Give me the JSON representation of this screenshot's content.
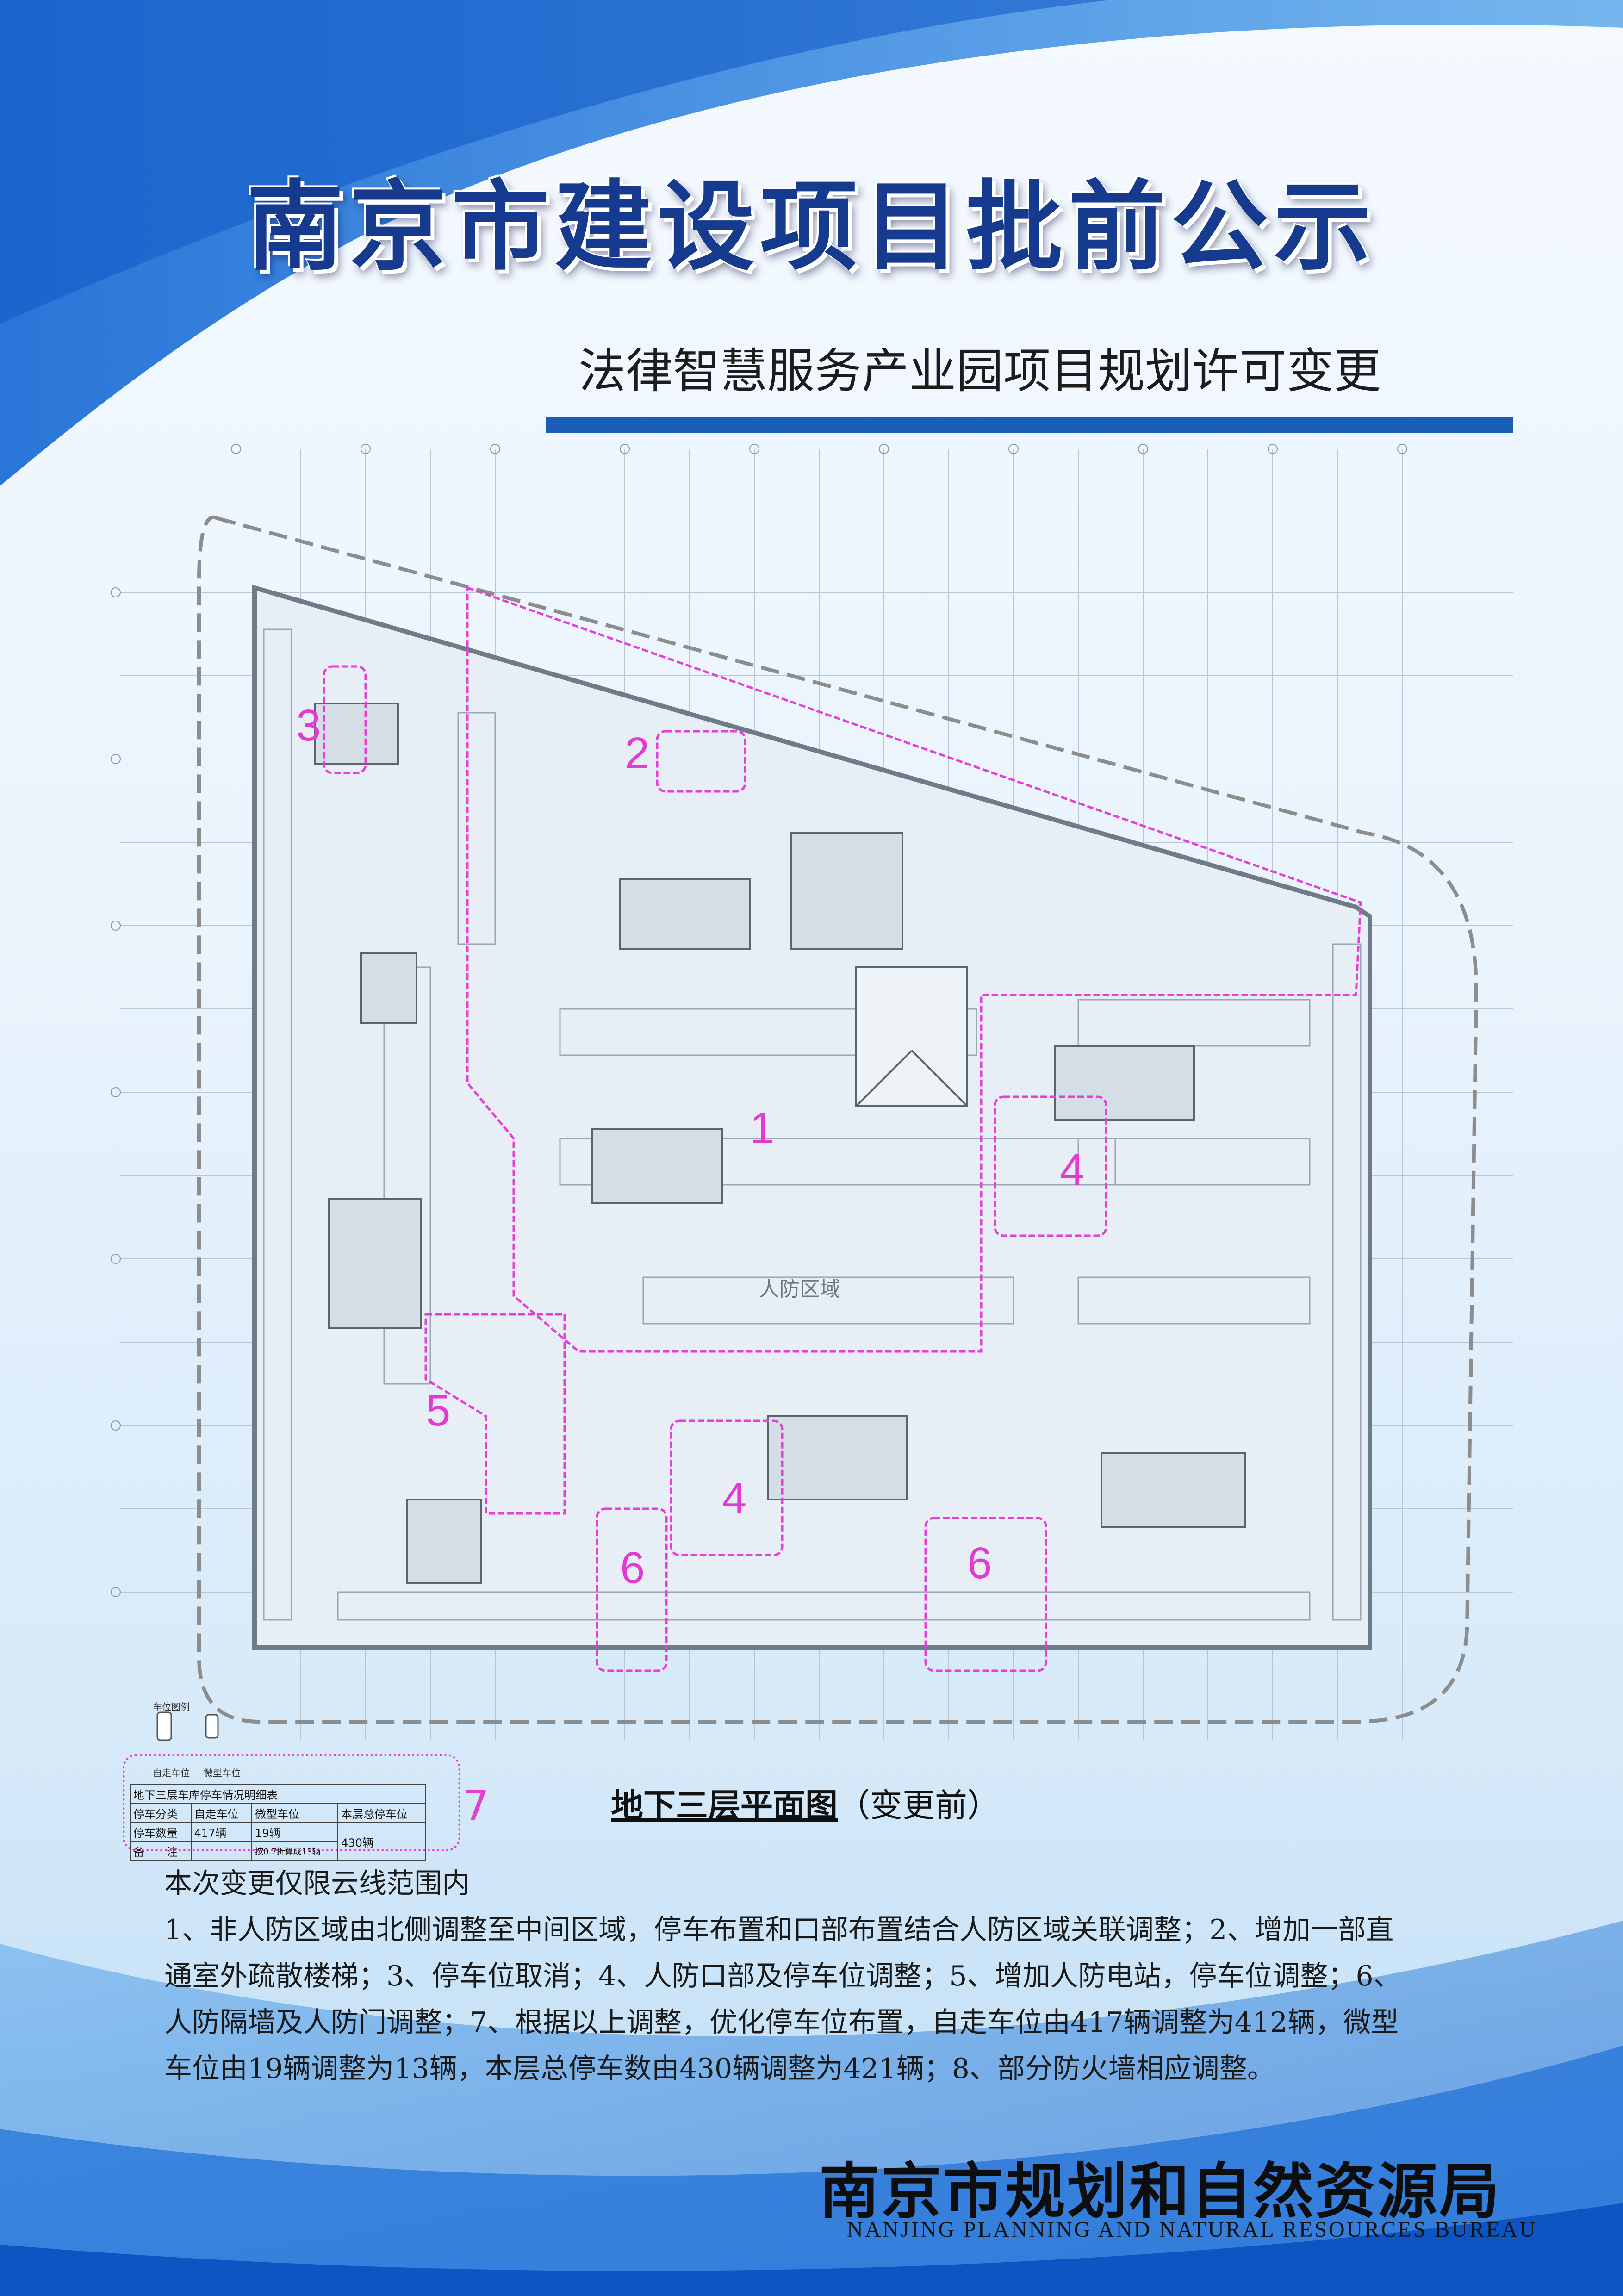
{
  "header": {
    "title": "南京市建设项目批前公示",
    "subtitle": "法律智慧服务产业园项目规划许可变更"
  },
  "plan": {
    "zone_label": "人防区域",
    "cloud_numbers": [
      "1",
      "2",
      "3",
      "4",
      "4",
      "5",
      "6",
      "6",
      "7"
    ],
    "caption_main": "地下三层平面图",
    "caption_suffix": "（变更前）",
    "legend_items": [
      {
        "symbol": "car-icon",
        "label": "车位图例"
      },
      {
        "symbol": "car-icon",
        "label": "自走车位"
      },
      {
        "symbol": "micro-car-icon",
        "label": "微型车位"
      }
    ]
  },
  "table": {
    "title": "地下三层车库停车情况明细表",
    "rows": [
      [
        "停车分类",
        "自走车位",
        "微型车位",
        "本层总停车位"
      ],
      [
        "停车数量",
        "417辆",
        "19辆",
        "430辆"
      ],
      [
        "备　　注",
        "",
        "按0.7折算成13辆",
        ""
      ]
    ]
  },
  "notes": {
    "heading": "本次变更仅限云线范围内",
    "body": "1、非人防区域由北侧调整至中间区域，停车布置和口部布置结合人防区域关联调整；2、增加一部直通室外疏散楼梯；3、停车位取消；4、人防口部及停车位调整；5、增加人防电站，停车位调整；6、人防隔墙及人防门调整；7、根据以上调整，优化停车位布置，自走车位由417辆调整为412辆，微型车位由19辆调整为13辆，本层总停车数由430辆调整为421辆；8、部分防火墙相应调整。"
  },
  "footer": {
    "org_cn": "南京市规划和自然资源局",
    "org_en": "NANJING PLANNING AND NATURAL RESOURCES BUREAU"
  },
  "colors": {
    "title_blue": "#163a8e",
    "bar_blue": "#1a5db8",
    "cloud_magenta": "#e63fd8",
    "bg_wave_blue": "#2b7fdc"
  }
}
